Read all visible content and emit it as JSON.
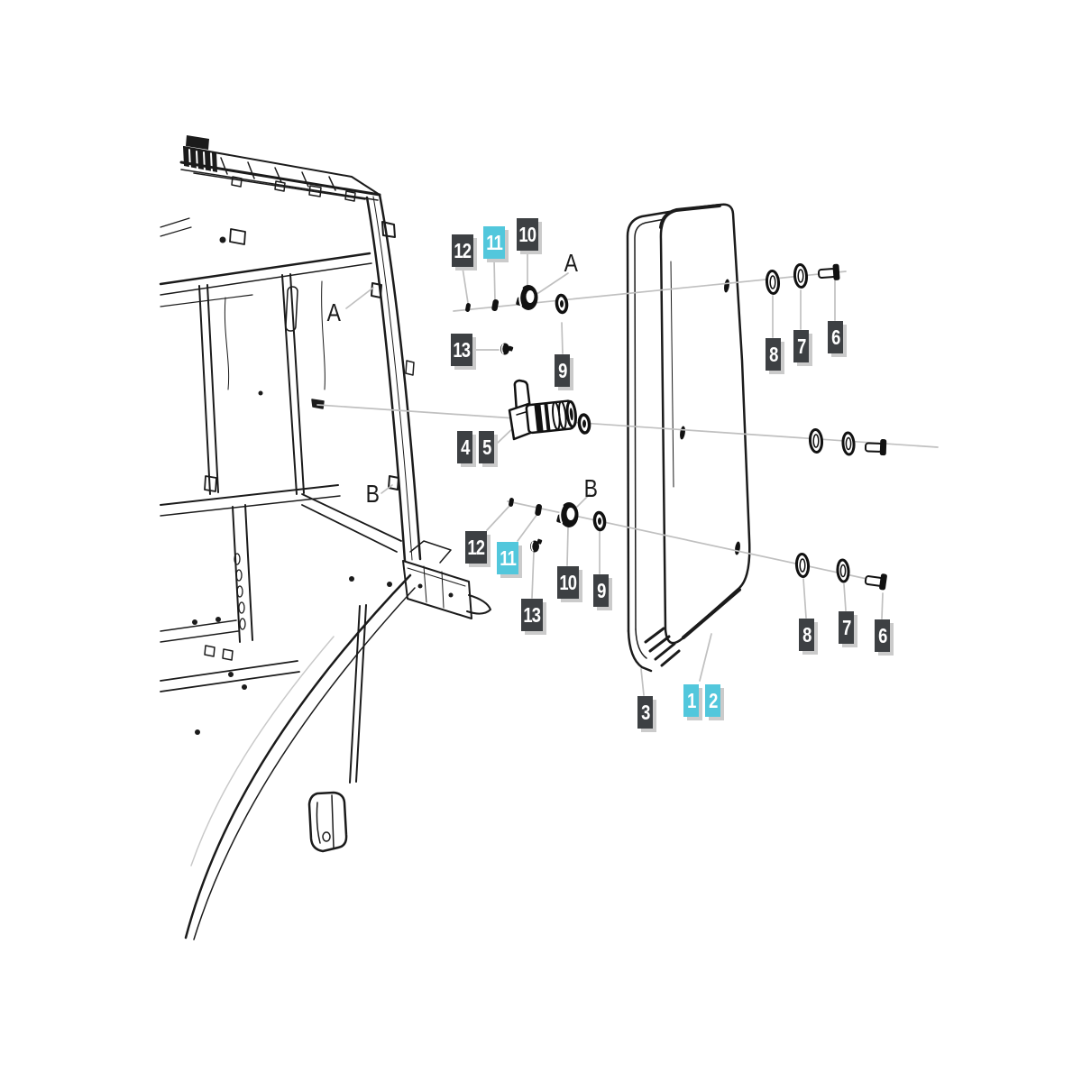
{
  "diagram": {
    "type": "exploded-parts-diagram",
    "subject": "tractor-cab-side-window-assembly",
    "colors": {
      "label_dark": "#3d4043",
      "label_highlight_cyan": "#52c7dc",
      "label_text": "#ffffff",
      "label_shadow": "#cbcbcb",
      "line_art": "#1b1b1b",
      "leader_line": "#c0c0c0",
      "background": "#ffffff"
    },
    "part_labels": [
      {
        "text": "12",
        "variant": "dark",
        "cluster": "upper-hinge"
      },
      {
        "text": "11",
        "variant": "cyan",
        "cluster": "upper-hinge"
      },
      {
        "text": "10",
        "variant": "dark",
        "cluster": "upper-hinge"
      },
      {
        "text": "13",
        "variant": "dark",
        "cluster": "upper-hinge"
      },
      {
        "text": "9",
        "variant": "dark",
        "cluster": "upper-hinge"
      },
      {
        "text": "4",
        "variant": "dark",
        "cluster": "latch"
      },
      {
        "text": "5",
        "variant": "dark",
        "cluster": "latch"
      },
      {
        "text": "12",
        "variant": "dark",
        "cluster": "lower-hinge"
      },
      {
        "text": "11",
        "variant": "cyan",
        "cluster": "lower-hinge"
      },
      {
        "text": "13",
        "variant": "dark",
        "cluster": "lower-hinge"
      },
      {
        "text": "10",
        "variant": "dark",
        "cluster": "lower-hinge"
      },
      {
        "text": "9",
        "variant": "dark",
        "cluster": "lower-hinge"
      },
      {
        "text": "8",
        "variant": "dark",
        "cluster": "upper-fasteners"
      },
      {
        "text": "7",
        "variant": "dark",
        "cluster": "upper-fasteners"
      },
      {
        "text": "6",
        "variant": "dark",
        "cluster": "upper-fasteners"
      },
      {
        "text": "8",
        "variant": "dark",
        "cluster": "lower-fasteners"
      },
      {
        "text": "7",
        "variant": "dark",
        "cluster": "lower-fasteners"
      },
      {
        "text": "6",
        "variant": "dark",
        "cluster": "lower-fasteners"
      },
      {
        "text": "3",
        "variant": "dark",
        "cluster": "window"
      },
      {
        "text": "1",
        "variant": "cyan",
        "cluster": "window"
      },
      {
        "text": "2",
        "variant": "cyan",
        "cluster": "window"
      }
    ],
    "reference_letters": [
      {
        "text": "A",
        "location": "near-upper-hinge"
      },
      {
        "text": "A",
        "location": "on-cab-pillar-upper"
      },
      {
        "text": "B",
        "location": "near-lower-hinge"
      },
      {
        "text": "B",
        "location": "on-cab-pillar-lower"
      }
    ]
  }
}
